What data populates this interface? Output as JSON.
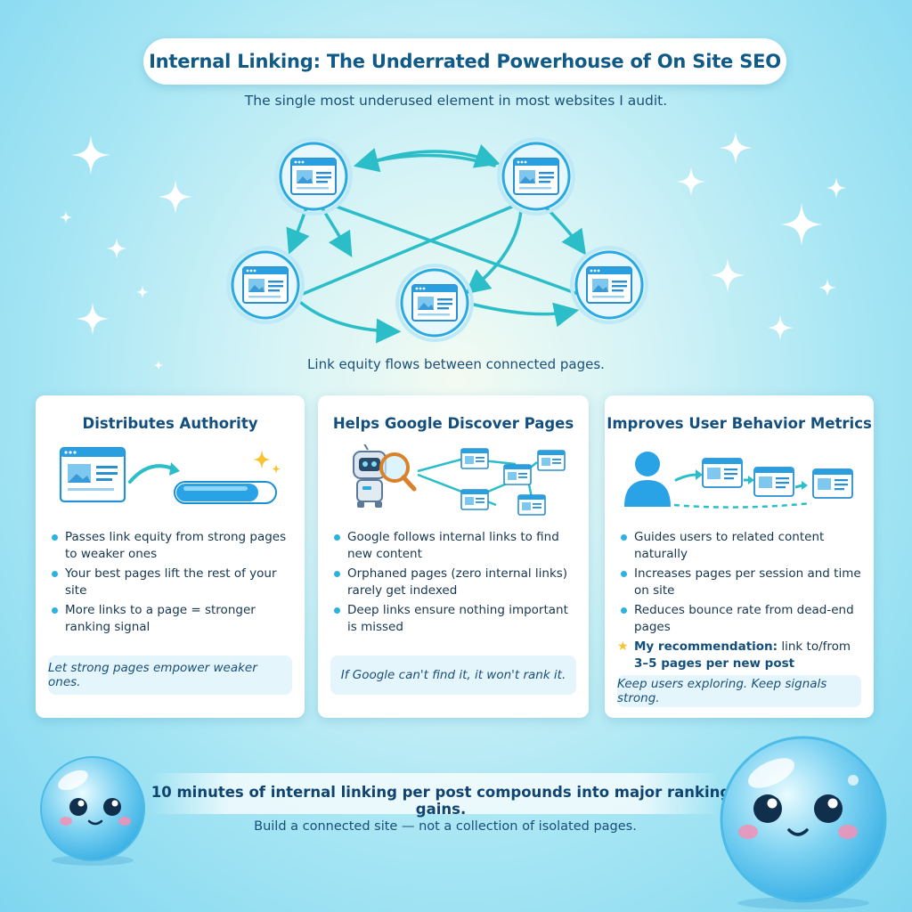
{
  "header": {
    "title": "Internal Linking: The Underrated Powerhouse of On Site SEO",
    "subtitle": "The single most underused element in most websites I audit."
  },
  "network": {
    "caption": "Link equity flows between connected pages.",
    "accent_color": "#2bbdc8",
    "node_color": "#2aa8e0"
  },
  "cards": [
    {
      "title": "Distributes Authority",
      "bullets": [
        "Passes link equity from strong pages to weaker ones",
        "Your best pages lift the rest of your site",
        "More links to a page = stronger ranking signal"
      ],
      "footer": "Let strong pages empower weaker ones."
    },
    {
      "title": "Helps Google Discover Pages",
      "bullets": [
        "Google follows internal links to find new content",
        "Orphaned pages (zero internal links) rarely get indexed",
        "Deep links ensure nothing important is missed"
      ],
      "footer": "If Google can't find it, it won't rank it."
    },
    {
      "title": "Improves User Behavior Metrics",
      "bullets": [
        "Guides users to related content naturally",
        "Increases pages per session and time on site",
        "Reduces bounce rate from dead-end pages"
      ],
      "recommendation_label": "My recommendation:",
      "recommendation_text": " link to/from ",
      "recommendation_bold": "3–5 pages per new post",
      "footer": "Keep users exploring. Keep signals strong."
    }
  ],
  "bottom": {
    "headline": "10 minutes of internal linking per post compounds into major ranking gains.",
    "tagline": "Build a connected site — not a collection of isolated pages."
  },
  "icons": {
    "page": "webpage-icon",
    "robot": "google-bot-magnifier-icon",
    "user": "user-icon",
    "sparkle": "sparkle-icon",
    "star": "star-icon"
  }
}
